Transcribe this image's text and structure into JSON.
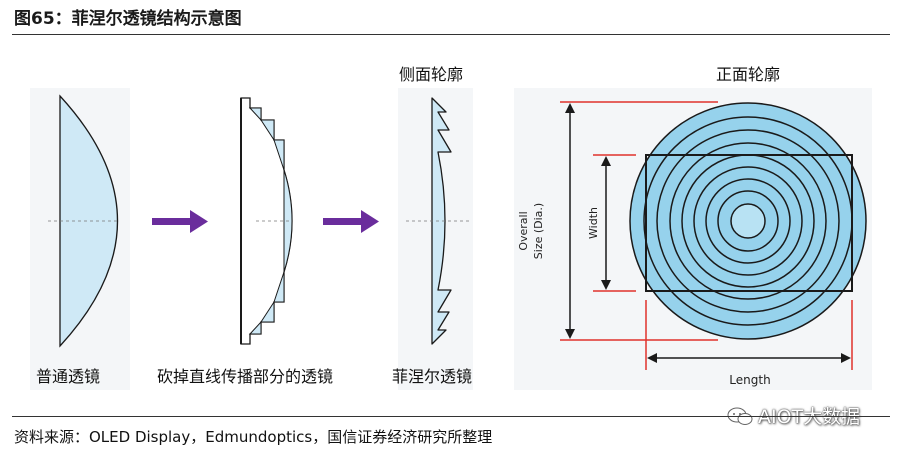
{
  "figure": {
    "title": "图65：菲涅尔透镜结构示意图",
    "source": "资料来源：OLED Display，Edmundoptics，国信证券经济研究所整理"
  },
  "lenses": {
    "normal_label": "普通透镜",
    "cut_label": "砍掉直线传播部分的透镜",
    "fresnel_label": "菲涅尔透镜",
    "side_profile_title": "侧面轮廓"
  },
  "front_view": {
    "title": "正面轮廓",
    "overall_label_line1": "Overall",
    "overall_label_line2": "Size (Dia.)",
    "width_label": "Width",
    "length_label": "Length"
  },
  "watermark": {
    "text": "AIOT大数据"
  },
  "colors": {
    "lens_fill": "#cfe9f6",
    "lens_stroke": "#1a1a1a",
    "arrow": "#6a2d9c",
    "ring_fill": "#96d2ec",
    "guide_red": "#e0322c"
  }
}
